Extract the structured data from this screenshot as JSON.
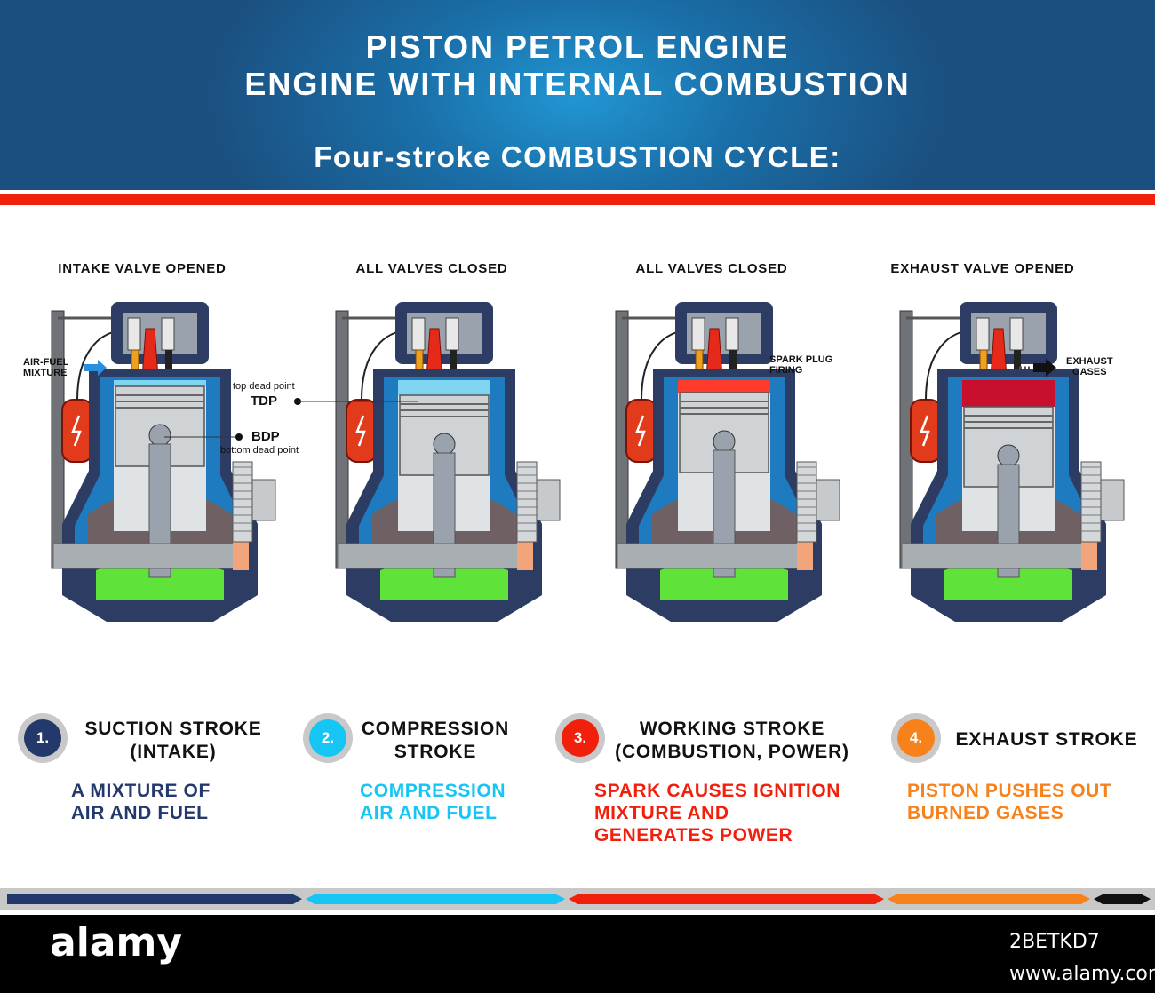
{
  "header": {
    "title_line1": "PISTON PETROL ENGINE",
    "title_line2": "ENGINE WITH INTERNAL COMBUSTION",
    "subtitle": "Four-stroke COMBUSTION CYCLE:"
  },
  "colors": {
    "stroke1": "#23386b",
    "stroke2": "#15c5f4",
    "stroke3": "#f0200c",
    "stroke4": "#f7821b",
    "header_dark": "#1b4f80",
    "engine_blue": "#1f7bc0",
    "engine_navy": "#233a67",
    "oil_green": "#5fe33a"
  },
  "panels": [
    {
      "label": "INTAKE VALVE OPENED"
    },
    {
      "label": "ALL VALVES CLOSED"
    },
    {
      "label": "ALL VALVES CLOSED"
    },
    {
      "label": "EXHAUST VALVE OPENED"
    }
  ],
  "annotations": {
    "air_fuel_line1": "AIR-FUEL",
    "air_fuel_line2": "MIXTURE",
    "tdp_small": "top dead point",
    "tdp": "TDP",
    "bdp": "BDP",
    "bdp_small": "bottom dead point",
    "spark_line1": "SPARK PLUG",
    "spark_line2": "FIRING",
    "exhaust_line1": "EXHAUST",
    "exhaust_line2": "GASES"
  },
  "steps": [
    {
      "number": "1.",
      "title_line1": "SUCTION STROKE",
      "title_line2": "(INTAKE)",
      "desc_line1": "A MIXTURE OF",
      "desc_line2": "AIR AND FUEL",
      "desc_line3": ""
    },
    {
      "number": "2.",
      "title_line1": "COMPRESSION",
      "title_line2": "STROKE",
      "desc_line1": "COMPRESSION",
      "desc_line2": "AIR AND FUEL",
      "desc_line3": ""
    },
    {
      "number": "3.",
      "title_line1": "WORKING STROKE",
      "title_line2": "(COMBUSTION, POWER)",
      "desc_line1": "SPARK CAUSES IGNITION",
      "desc_line2": "MIXTURE AND",
      "desc_line3": "GENERATES POWER"
    },
    {
      "number": "4.",
      "title_line1": "EXHAUST STROKE",
      "title_line2": "",
      "desc_line1": "PISTON PUSHES OUT",
      "desc_line2": "BURNED GASES",
      "desc_line3": ""
    }
  ],
  "footer": {
    "logo": "alamy",
    "image_id": "2BETKD7",
    "url": "www.alamy.com"
  }
}
